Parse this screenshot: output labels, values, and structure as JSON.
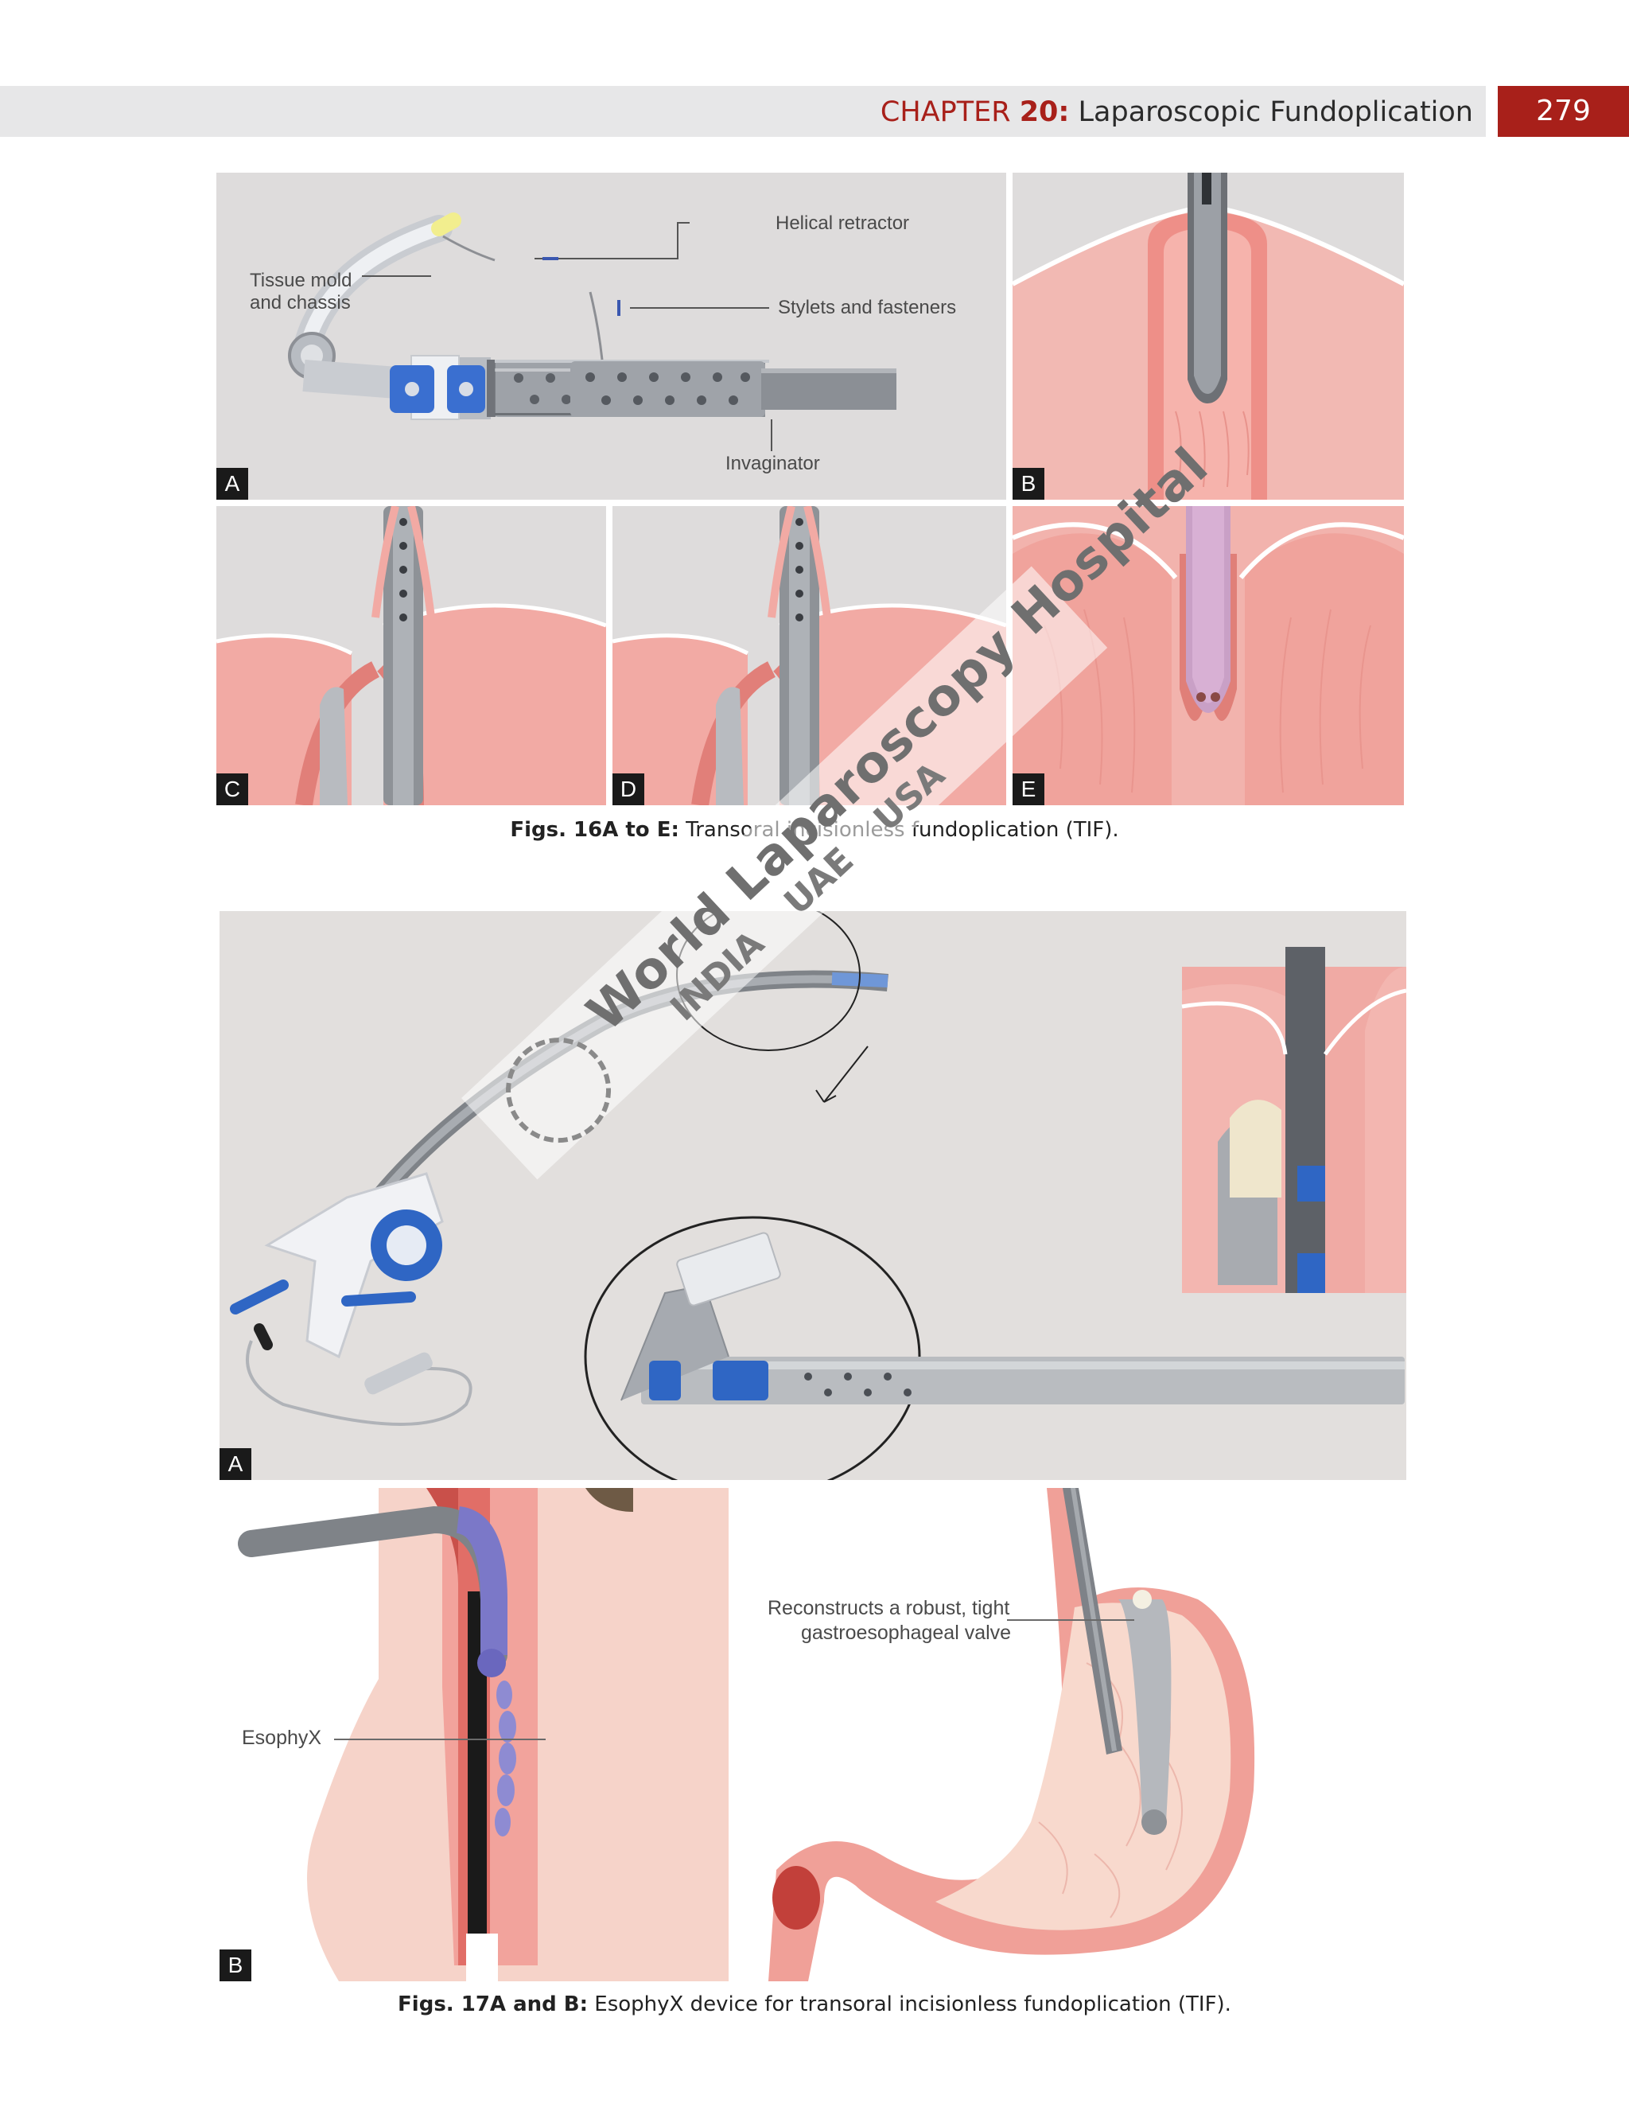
{
  "header": {
    "chapter_word": "CHAPTER",
    "chapter_num": "20:",
    "chapter_title": "Laparoscopic Fundoplication",
    "page_number": "279"
  },
  "fig16": {
    "panels": {
      "a": "A",
      "b": "B",
      "c": "C",
      "d": "D",
      "e": "E"
    },
    "labels": {
      "helical_retractor": "Helical retractor",
      "tissue_mold_1": "Tissue mold",
      "tissue_mold_2": "and chassis",
      "stylets": "Stylets and fasteners",
      "invaginator": "Invaginator"
    },
    "caption_bold": "Figs. 16A to E:",
    "caption_text": "Transoral incisionless fundoplication (TIF)."
  },
  "fig17": {
    "panels": {
      "a": "A",
      "b": "B"
    },
    "labels": {
      "valve_1": "Reconstructs a robust, tight",
      "valve_2": "gastroesophageal valve",
      "esophyx": "EsophyX"
    },
    "caption_bold": "Figs. 17A and B:",
    "caption_text": "EsophyX device for transoral incisionless fundoplication (TIF)."
  },
  "watermark": {
    "title": "World Laparoscopy Hospital",
    "countries": [
      "INDIA",
      "UAE",
      "USA"
    ]
  },
  "colors": {
    "accent": "#a8201a",
    "tissue": "#f2a9a4",
    "device_blue": "#3a6fd0"
  }
}
